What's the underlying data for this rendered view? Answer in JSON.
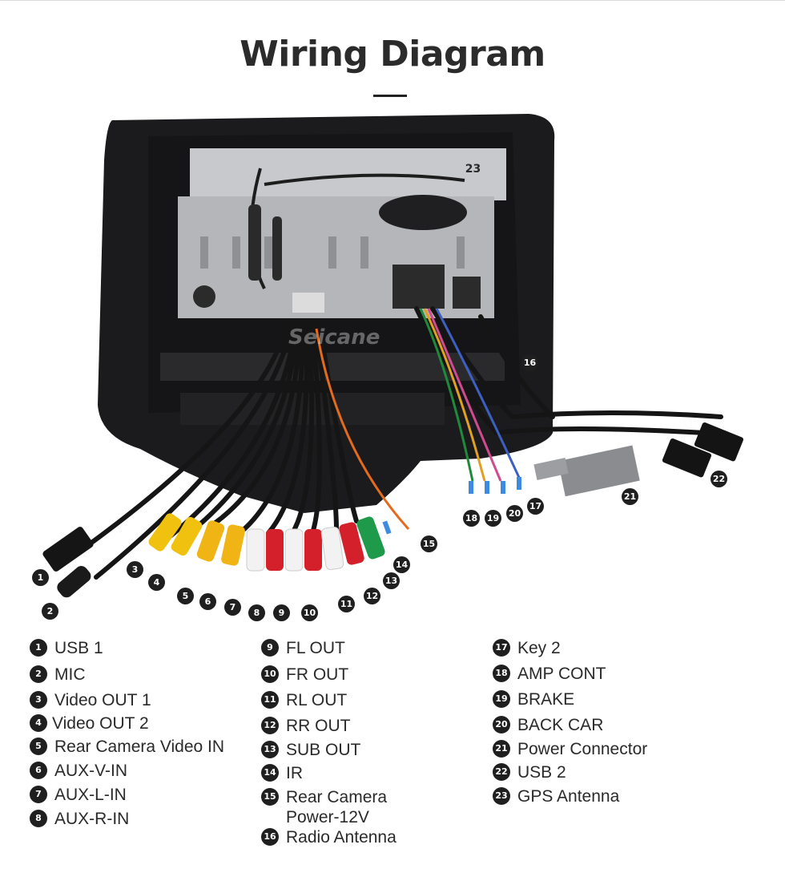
{
  "title": "Wiring Diagram",
  "watermark": "Seicane",
  "callouts": [
    {
      "n": "1"
    },
    {
      "n": "2"
    },
    {
      "n": "3"
    },
    {
      "n": "4"
    },
    {
      "n": "5"
    },
    {
      "n": "6"
    },
    {
      "n": "7"
    },
    {
      "n": "8"
    },
    {
      "n": "9"
    },
    {
      "n": "10"
    },
    {
      "n": "11"
    },
    {
      "n": "12"
    },
    {
      "n": "13"
    },
    {
      "n": "14"
    },
    {
      "n": "15"
    },
    {
      "n": "16"
    },
    {
      "n": "17"
    },
    {
      "n": "18"
    },
    {
      "n": "19"
    },
    {
      "n": "20"
    },
    {
      "n": "21"
    },
    {
      "n": "22"
    },
    {
      "n": "23"
    }
  ],
  "legend": [
    {
      "n": "1",
      "label": "USB 1"
    },
    {
      "n": "2",
      "label": "MIC"
    },
    {
      "n": "3",
      "label": "Video OUT 1"
    },
    {
      "n": "4",
      "label": "Video OUT 2"
    },
    {
      "n": "5",
      "label": "Rear Camera Video IN"
    },
    {
      "n": "6",
      "label": "AUX-V-IN"
    },
    {
      "n": "7",
      "label": "AUX-L-IN"
    },
    {
      "n": "8",
      "label": "AUX-R-IN"
    },
    {
      "n": "9",
      "label": "FL OUT"
    },
    {
      "n": "10",
      "label": "FR OUT"
    },
    {
      "n": "11",
      "label": "RL OUT"
    },
    {
      "n": "12",
      "label": "RR OUT"
    },
    {
      "n": "13",
      "label": "SUB OUT"
    },
    {
      "n": "14",
      "label": "IR"
    },
    {
      "n": "15",
      "label": "Rear Camera",
      "label2": "Power-12V"
    },
    {
      "n": "16",
      "label": "Radio Antenna"
    },
    {
      "n": "17",
      "label": "Key 2"
    },
    {
      "n": "18",
      "label": "AMP CONT"
    },
    {
      "n": "19",
      "label": "BRAKE"
    },
    {
      "n": "20",
      "label": "BACK CAR"
    },
    {
      "n": "21",
      "label": "Power Connector"
    },
    {
      "n": "22",
      "label": "USB 2"
    },
    {
      "n": "23",
      "label": "GPS Antenna"
    }
  ]
}
